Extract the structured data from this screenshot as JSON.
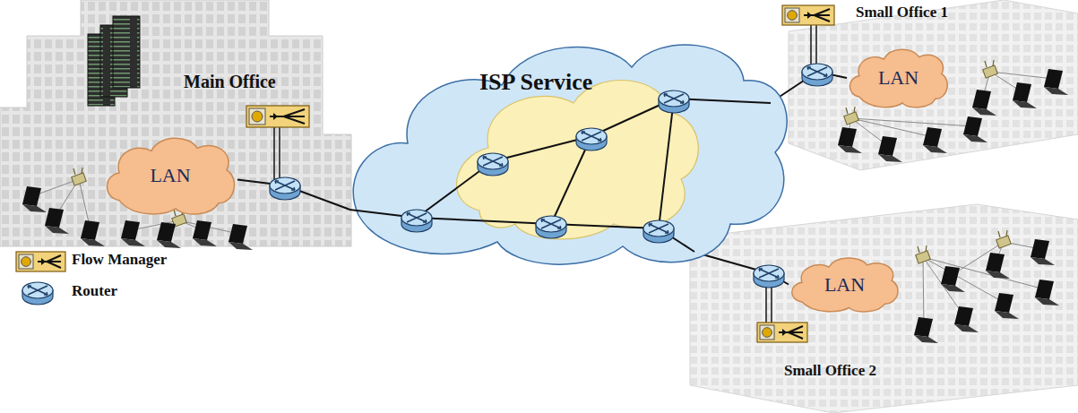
{
  "diagram": {
    "nodes": [
      {
        "text": [
          "Main Office"
        ]
      },
      {
        "text": [
          "LAN"
        ],
        "in": 0
      },
      {
        "text": [
          "ISP Service"
        ]
      },
      {
        "text": [
          "Small Office 1"
        ]
      },
      {
        "text": [
          "LAN"
        ],
        "in": 3
      },
      {
        "text": [
          "Small Office 2"
        ]
      },
      {
        "text": [
          "LAN"
        ],
        "in": 5
      }
    ],
    "edges": [
      {
        "from": 1,
        "to": 2,
        "arrow": "none"
      },
      {
        "from": 2,
        "to": 4,
        "arrow": "none"
      },
      {
        "from": 2,
        "to": 6,
        "arrow": "none"
      }
    ],
    "legend": [
      {
        "text": "Flow Manager"
      },
      {
        "text": "Router"
      }
    ]
  }
}
